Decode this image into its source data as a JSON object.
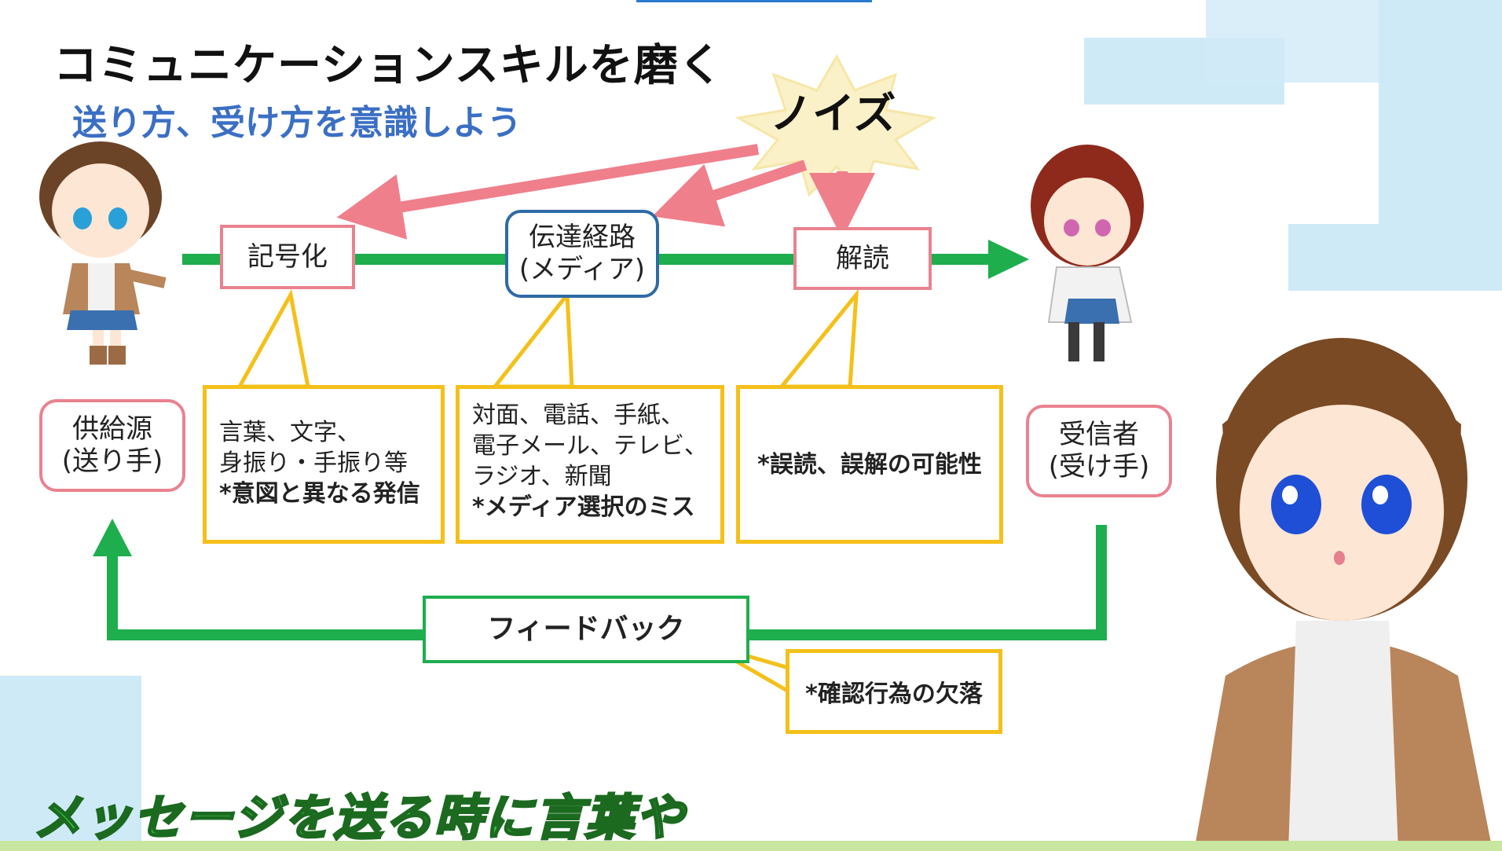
{
  "title": "コミュニケーションスキルを磨く",
  "subtitle": "送り方、受け方を意識しよう",
  "noise": "ノイズ",
  "nodes": {
    "encode": "記号化",
    "channel_line1": "伝達経路",
    "channel_line2": "(メディア)",
    "decode": "解読",
    "sender_line1": "供給源",
    "sender_line2": "(送り手)",
    "receiver_line1": "受信者",
    "receiver_line2": "(受け手)",
    "feedback": "フィードバック"
  },
  "bubbles": {
    "encode_lines": [
      "言葉、文字、",
      "身振り・手振り等"
    ],
    "encode_note": "*意図と異なる発信",
    "channel_lines": [
      "対面、電話、手紙、",
      "電子メール、テレビ、",
      "ラジオ、新聞"
    ],
    "channel_note": "*メディア選択のミス",
    "decode_note": "*誤読、誤解の可能性",
    "feedback_note": "*確認行為の欠落"
  },
  "caption": "メッセージを送る時に言葉や",
  "colors": {
    "pink": "#e9828f",
    "blue": "#2e6aa6",
    "green": "#1eae4e",
    "yellow": "#f4c019",
    "subtitle": "#3b6fc4",
    "arrow": "#f07f8c"
  }
}
